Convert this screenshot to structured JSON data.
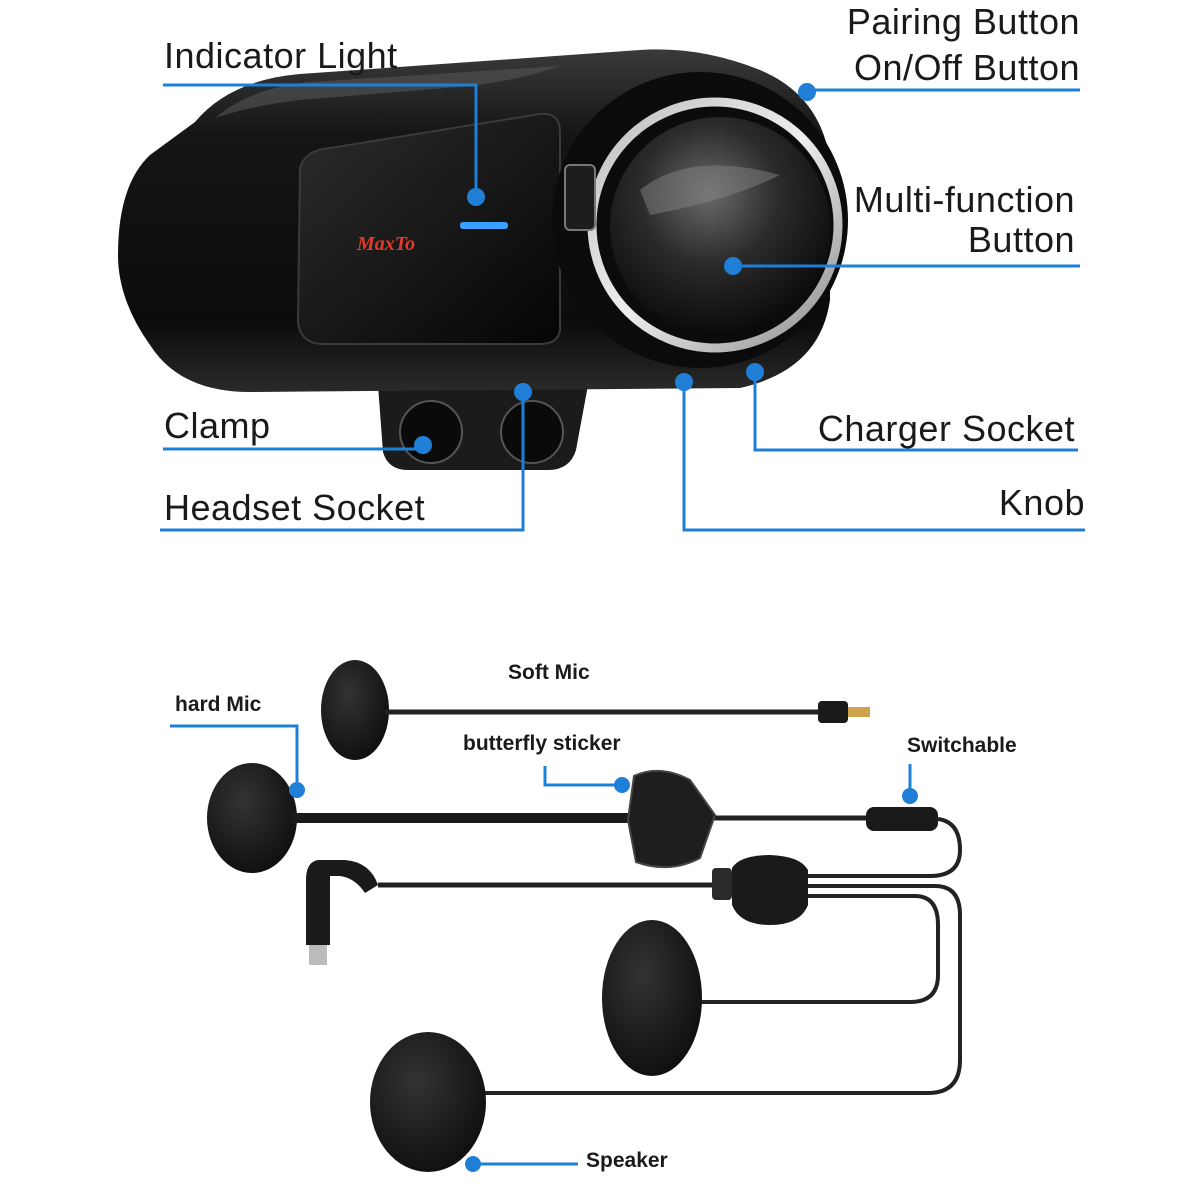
{
  "device": {
    "brand_logo": "MaxTo",
    "labels": {
      "indicator_light": "Indicator Light",
      "pairing_button": "Pairing Button",
      "onoff_button": "On/Off Button",
      "multifunction_line1": "Multi-function",
      "multifunction_line2": "Button",
      "clamp": "Clamp",
      "charger_socket": "Charger Socket",
      "headset_socket": "Headset Socket",
      "knob": "Knob"
    }
  },
  "headset": {
    "labels": {
      "soft_mic": "Soft Mic",
      "hard_mic": "hard Mic",
      "butterfly_sticker": "butterfly sticker",
      "switchable": "Switchable",
      "speaker": "Speaker"
    }
  },
  "colors": {
    "callout": "#1f7fd6",
    "device_body": "#111111",
    "foam": "#1c1c1c",
    "text": "#1a1a1a"
  }
}
